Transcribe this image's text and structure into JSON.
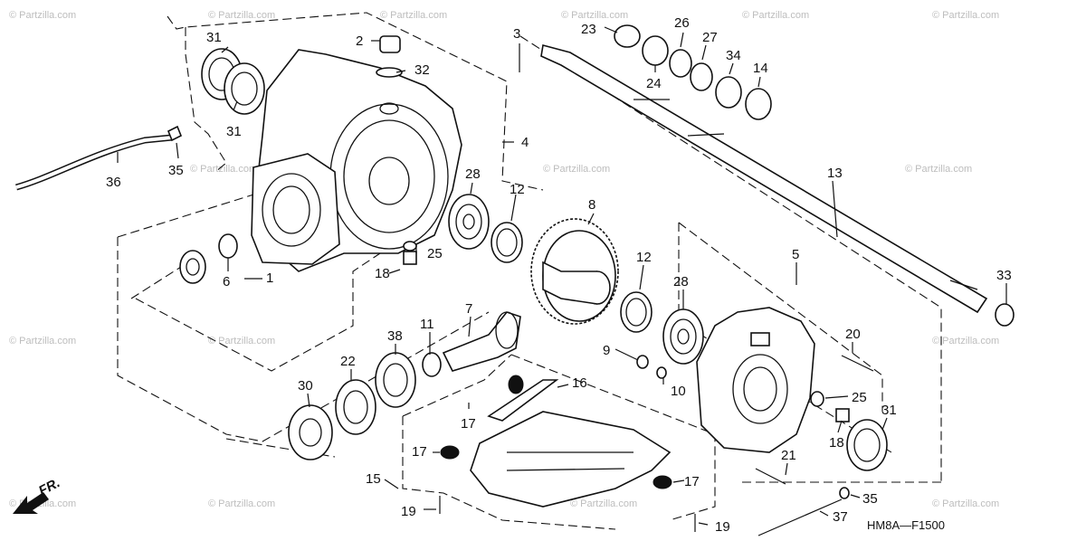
{
  "diagram": {
    "code": "HM8A—F1500",
    "front_label": "FR.",
    "watermark": "© Partzilla.com",
    "callouts": [
      "31",
      "31",
      "2",
      "32",
      "3",
      "23",
      "26",
      "24",
      "27",
      "34",
      "14",
      "4",
      "36",
      "35",
      "28",
      "12",
      "8",
      "13",
      "6",
      "1",
      "25",
      "18",
      "12",
      "28",
      "5",
      "33",
      "11",
      "7",
      "38",
      "22",
      "20",
      "9",
      "10",
      "30",
      "16",
      "25",
      "31",
      "17",
      "18",
      "17",
      "21",
      "15",
      "17",
      "35",
      "19",
      "19",
      "37"
    ]
  }
}
